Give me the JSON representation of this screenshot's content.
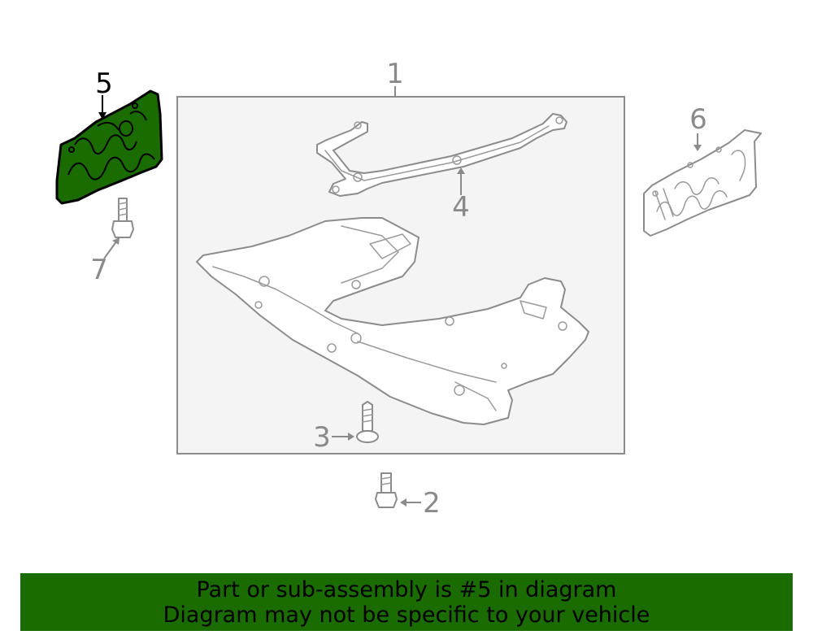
{
  "diagram": {
    "callouts": {
      "c1": "1",
      "c2": "2",
      "c3": "3",
      "c4": "4",
      "c5": "5",
      "c6": "6",
      "c7": "7"
    },
    "highlighted_part": "5",
    "colors": {
      "highlight_fill": "#1a6b00",
      "line_gray": "#8c8c8c",
      "frame_fill": "#f4f4f4"
    }
  },
  "footer": {
    "line1": "Part or sub-assembly is #5 in diagram",
    "line2": "Diagram may not be specific to your vehicle",
    "background": "#1a6b00"
  }
}
